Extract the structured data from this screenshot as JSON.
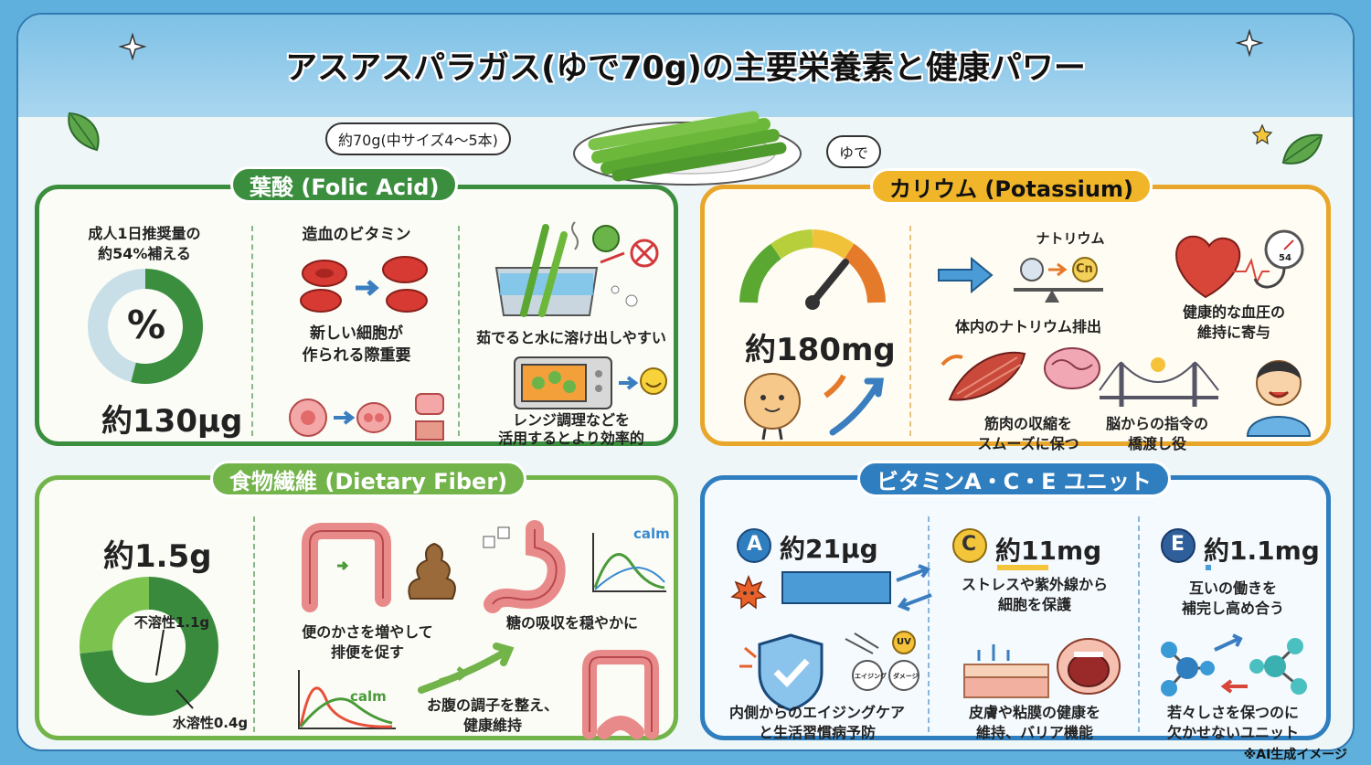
{
  "title": "アスアスパラガス(ゆで70g)の主要栄養素と健康パワー",
  "header": {
    "amount": "約70g(中サイズ4〜5本)",
    "method": "ゆで"
  },
  "folic": {
    "title": "葉酸 (Folic Acid)",
    "rda_lines": [
      "成人1日推奨量の",
      "約54%補える"
    ],
    "percent_symbol": "%",
    "rda_percent": 54,
    "amount": "約130μg",
    "role_title": "造血のビタミン",
    "role_lines": [
      "新しい細胞が",
      "作られる際重要"
    ],
    "tip1": "茹でると水に溶け出しやすい",
    "tip2_lines": [
      "レンジ調理などを",
      "活用するとより効率的"
    ]
  },
  "potassium": {
    "title": "カリウム (Potassium)",
    "amount": "約180mg",
    "sodium_label": "ナトリウム",
    "cn_label": "Cn",
    "gauge_label": "54",
    "item1": "体内のナトリウム排出",
    "item2_lines": [
      "健康的な血圧の",
      "維持に寄与"
    ],
    "item3_lines": [
      "筋肉の収縮を",
      "スムーズに保つ"
    ],
    "item4_lines": [
      "脳からの指令の",
      "橋渡し役"
    ]
  },
  "fiber": {
    "title": "食物繊維 (Dietary Fiber)",
    "amount": "約1.5g",
    "insoluble": "不溶性1.1g",
    "soluble": "水溶性0.4g",
    "insoluble_g": 1.1,
    "soluble_g": 0.4,
    "item1_lines": [
      "便のかさを増やして",
      "排便を促す"
    ],
    "item2": "糖の吸収を穏やかに",
    "item3_lines": [
      "お腹の調子を整え、",
      "健康維持"
    ],
    "calm_label": "calm"
  },
  "vitamins": {
    "title": "ビタミンA・C・E ユニット",
    "a": {
      "letter": "A",
      "amount": "約21μg",
      "lines": [
        "内側からのエイジングケア",
        "と生活習慣病予防"
      ]
    },
    "c": {
      "letter": "C",
      "amount": "約11mg",
      "lines": [
        "ストレスや紫外線から",
        "細胞を保護"
      ],
      "lines2": [
        "皮膚や粘膜の健康を",
        "維持、バリア機能"
      ]
    },
    "e": {
      "letter": "E",
      "amount": "約1.1mg",
      "lines": [
        "互いの働きを",
        "補完し高め合う"
      ],
      "lines2": [
        "若々しさを保つのに",
        "欠かせないユニット"
      ]
    },
    "uv_label": "UV",
    "aging_label": "エイジング",
    "cell_label": "ダメージ"
  },
  "footnote": "※AI生成イメージ",
  "colors": {
    "green": "#3c8e3f",
    "lightgreen": "#72b34a",
    "orange": "#e8a62a",
    "blue": "#2f7ec0"
  }
}
